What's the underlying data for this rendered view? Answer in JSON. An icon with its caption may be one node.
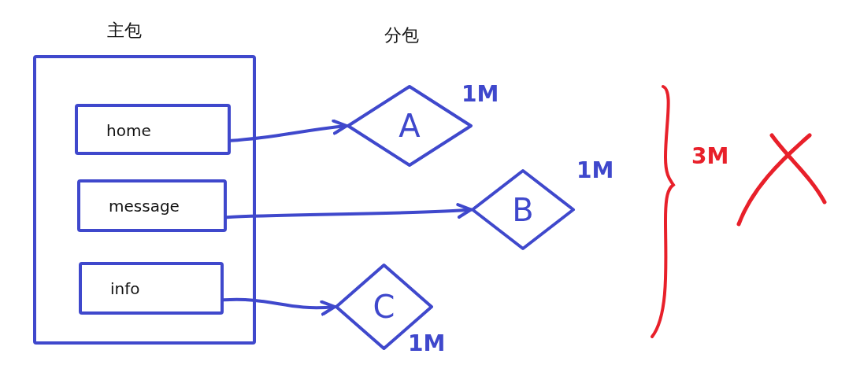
{
  "diagram": {
    "nodes": [
      {
        "text": [
          "主包"
        ]
      },
      {
        "text": [
          "home"
        ],
        "in": 0
      },
      {
        "text": [
          "message"
        ],
        "in": 0
      },
      {
        "text": [
          "info"
        ],
        "in": 0
      },
      {
        "text": [
          "A"
        ],
        "beside": [
          "1M"
        ]
      },
      {
        "text": [
          "B"
        ],
        "beside": [
          "1M"
        ]
      },
      {
        "text": [
          "C"
        ],
        "beside": [
          "1M"
        ]
      }
    ],
    "edges": [
      {
        "from": 1,
        "to": 4,
        "arrow": "to"
      },
      {
        "from": 2,
        "to": 5,
        "arrow": "to"
      },
      {
        "from": 3,
        "to": 6,
        "arrow": "to"
      }
    ],
    "labels": [
      "分包",
      "3M"
    ]
  }
}
